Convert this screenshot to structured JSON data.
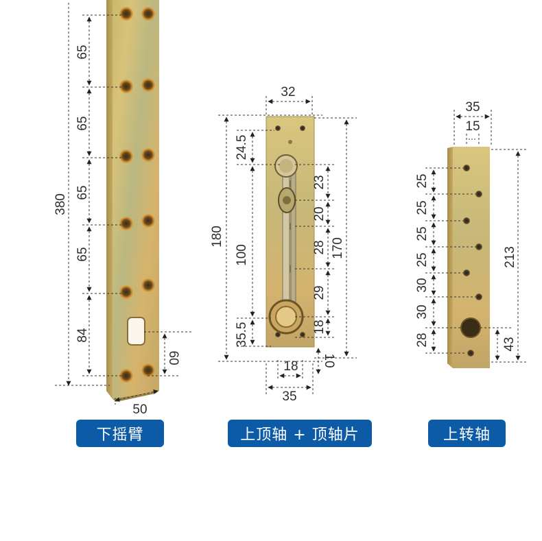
{
  "parts": [
    {
      "label": "下摇臂",
      "dims": {
        "total_height": "380",
        "spacing_1": "65",
        "spacing_2": "65",
        "spacing_3": "65",
        "spacing_4": "65",
        "spacing_5": "84",
        "slot_offset": "60",
        "width": "50"
      }
    },
    {
      "label": "上顶轴 + 顶轴片",
      "dims": {
        "top_width": "32",
        "hole_offset": "24.5",
        "total_height": "180",
        "center_distance": "100",
        "bottom_offset": "35.5",
        "seg_1": "23",
        "seg_2": "20",
        "seg_3": "28",
        "seg_4": "29",
        "seg_5": "18",
        "plate_height": "170",
        "bottom_margin": "10",
        "inner_width": "18",
        "bottom_width": "35"
      }
    },
    {
      "label": "上转轴",
      "dims": {
        "width": "35",
        "hole_pitch_x": "15",
        "height": "213",
        "seg_1": "25",
        "seg_2": "25",
        "seg_3": "25",
        "seg_4": "25",
        "seg_5": "30",
        "seg_6": "30",
        "seg_7": "28",
        "bottom_offset": "43"
      }
    }
  ]
}
